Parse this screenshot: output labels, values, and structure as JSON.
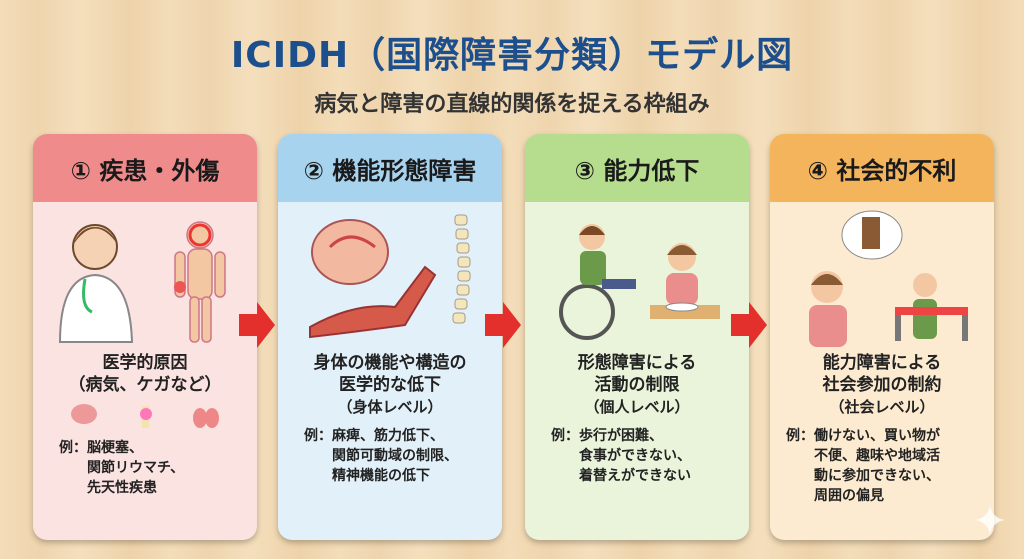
{
  "title": "ICIDH（国際障害分類）モデル図",
  "subtitle": "病気と障害の直線的関係を捉える枠組み",
  "cards": [
    {
      "header": "① 疾患・外傷",
      "main": [
        "医学的原因",
        "（病気、ケガなど）"
      ],
      "example_label": "例：",
      "examples": [
        "脳梗塞、",
        "関節リウマチ、",
        "先天性疾患"
      ],
      "header_color": "#ef8b8b",
      "body_color": "#fbe3e1"
    },
    {
      "header": "② 機能形態障害",
      "main": [
        "身体の機能や構造の",
        "医学的な低下",
        "（身体レベル）"
      ],
      "example_label": "例：",
      "examples": [
        "麻痺、筋力低下、",
        "関節可動域の制限、",
        "精神機能の低下"
      ],
      "header_color": "#a8d3ef",
      "body_color": "#e2f0f9"
    },
    {
      "header": "③ 能力低下",
      "main": [
        "形態障害による",
        "活動の制限",
        "（個人レベル）"
      ],
      "example_label": "例：",
      "examples": [
        "歩行が困難、",
        "食事ができない、",
        "着替えができない"
      ],
      "header_color": "#b6dc8e",
      "body_color": "#e9f4da"
    },
    {
      "header": "④ 社会的不利",
      "main": [
        "能力障害による",
        "社会参加の制約",
        "（社会レベル）"
      ],
      "example_label": "例：",
      "examples": [
        "働けない、買い物が",
        "不便、趣味や地域活",
        "動に参加できない、",
        "周囲の偏見"
      ],
      "header_color": "#f4b45c",
      "body_color": "#fcebd0"
    }
  ]
}
